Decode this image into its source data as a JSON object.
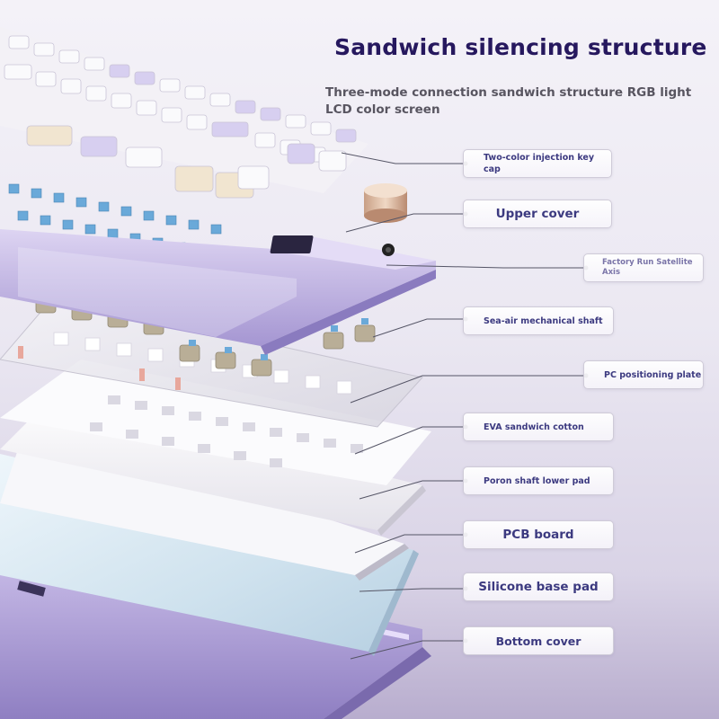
{
  "header": {
    "title": "Sandwich silencing structure",
    "subtitle": "Three-mode connection sandwich structure RGB light LCD color screen"
  },
  "labels": [
    {
      "id": "key-cap",
      "text": "Two-color injection key cap"
    },
    {
      "id": "upper-cover",
      "text": "Upper cover"
    },
    {
      "id": "satellite-axis",
      "text": "Factory Run Satellite Axis"
    },
    {
      "id": "mechanical-shaft",
      "text": "Sea-air mechanical shaft"
    },
    {
      "id": "positioning-plate",
      "text": "PC positioning plate"
    },
    {
      "id": "eva-cotton",
      "text": "EVA sandwich cotton"
    },
    {
      "id": "lower-pad",
      "text": "Poron shaft lower pad"
    },
    {
      "id": "pcb-board",
      "text": "PCB board"
    },
    {
      "id": "silicone-pad",
      "text": "Silicone base pad"
    },
    {
      "id": "bottom-cover",
      "text": "Bottom cover"
    }
  ],
  "colors": {
    "title": "#26185e",
    "label_text": "#3c3a80",
    "lavender": "#c9bfe6",
    "lavender_dark": "#9d8fc9",
    "cream": "#f1e5d0",
    "switch_blue": "#6aa9d9",
    "switch_khaki": "#b9ae97"
  }
}
